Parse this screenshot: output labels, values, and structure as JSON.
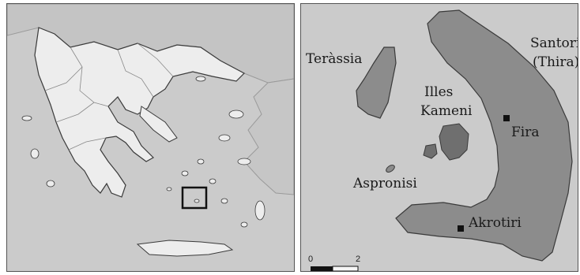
{
  "overview_map": {
    "inset_box_label": ""
  },
  "detail_map": {
    "islands": {
      "terassia": "Teràssia",
      "santorini_line1": "Santorini",
      "santorini_line2": "(Thira)",
      "kameni_line1": "Illes",
      "kameni_line2": "Kameni",
      "aspronisi": "Aspronisi"
    },
    "towns": {
      "fira": "Fira",
      "akrotiri": "Akrotiri"
    },
    "scale_bar": {
      "min": "0",
      "max": "2"
    }
  },
  "colors": {
    "sea": "#cbcbcb",
    "land_mainland": "#ededed",
    "land_island": "#8c8c8c",
    "outline": "#3a3a3a"
  }
}
